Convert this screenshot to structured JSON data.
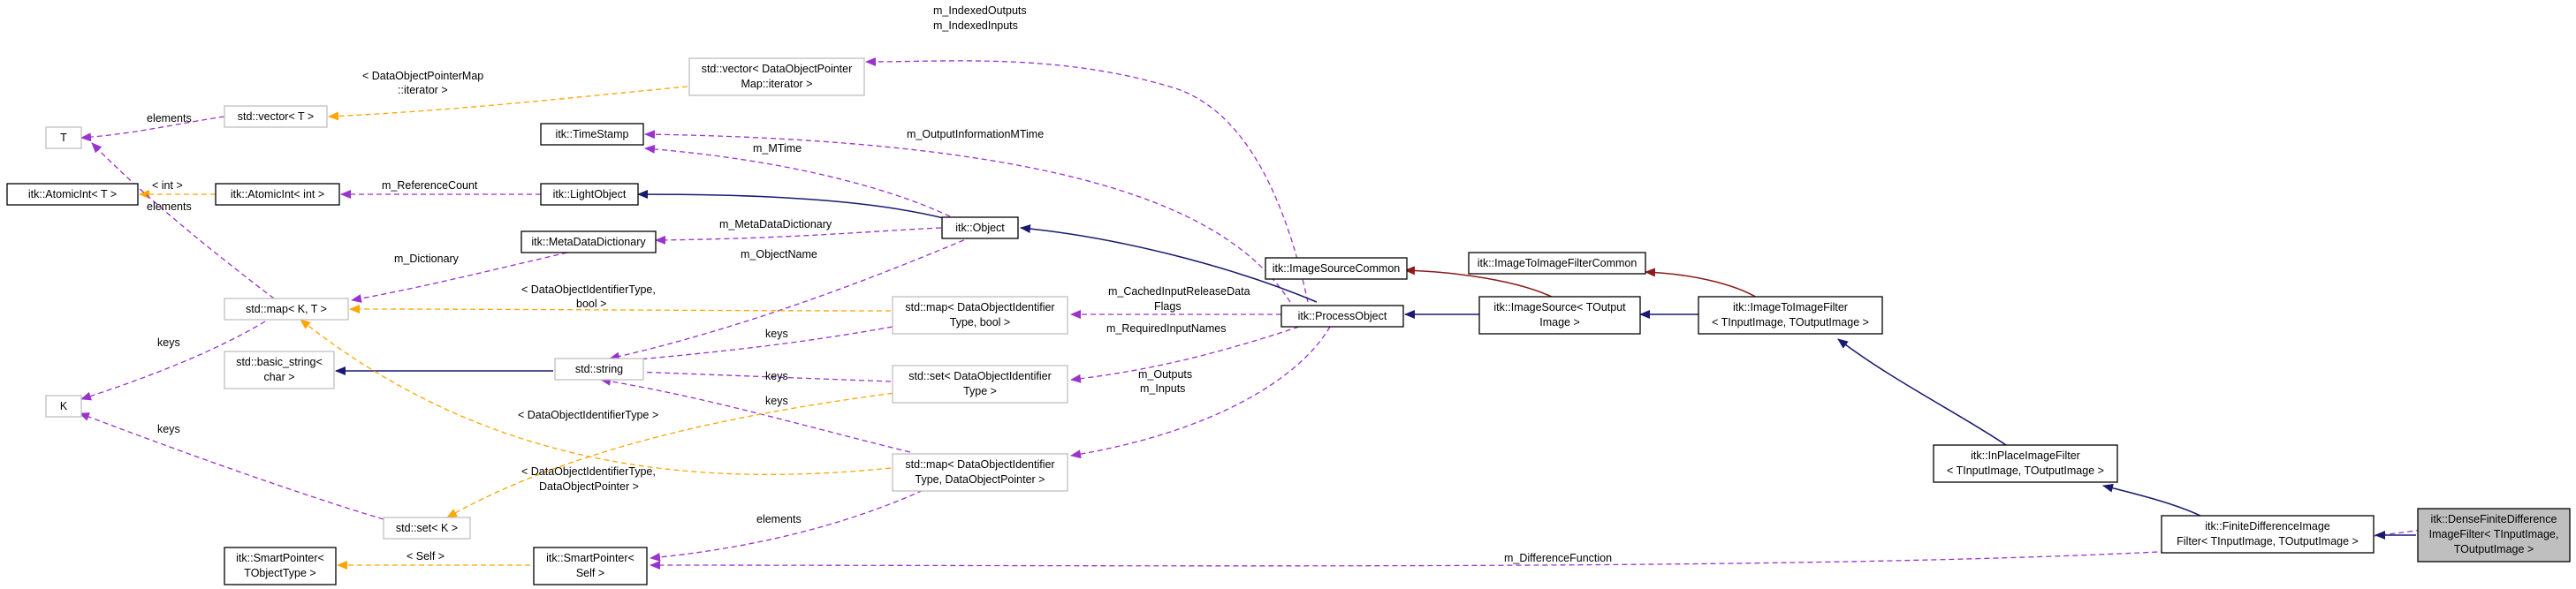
{
  "nodes": {
    "T": "T",
    "K": "K",
    "atomicint_t": "itk::AtomicInt< T >",
    "atomicint_int": "itk::AtomicInt< int >",
    "vector_t": "std::vector< T >",
    "map_kt": "std::map< K, T >",
    "basic_string": [
      "std::basic_string<",
      "char >"
    ],
    "set_k": "std::set< K >",
    "smartptr_objtype": [
      "itk::SmartPointer<",
      "TObjectType >"
    ],
    "timestamp": "itk::TimeStamp",
    "lightobject": "itk::LightObject",
    "metadatadictionary": "itk::MetaDataDictionary",
    "string": "std::string",
    "smartptr_self": [
      "itk::SmartPointer<",
      "Self >"
    ],
    "vector_dop_iter": [
      "std::vector< DataObjectPointer",
      "Map::iterator >"
    ],
    "object": "itk::Object",
    "map_doi_bool": [
      "std::map< DataObjectIdentifier",
      "Type, bool >"
    ],
    "set_doi": [
      "std::set< DataObjectIdentifier",
      "Type >"
    ],
    "map_doi_dop": [
      "std::map< DataObjectIdentifier",
      "Type, DataObjectPointer >"
    ],
    "processobject": "itk::ProcessObject",
    "imagesourcecommon": "itk::ImageSourceCommon",
    "imagesource": [
      "itk::ImageSource< TOutput",
      "Image >"
    ],
    "imagetoimagefiltercommon": "itk::ImageToImageFilterCommon",
    "imagetoimagefilter": [
      "itk::ImageToImageFilter",
      "< TInputImage, TOutputImage >"
    ],
    "inplaceimagefilter": [
      "itk::InPlaceImageFilter",
      "< TInputImage, TOutputImage >"
    ],
    "finitedifferenceimagefilter": [
      "itk::FiniteDifferenceImage",
      "Filter< TInputImage, TOutputImage >"
    ],
    "densefinitedifference": [
      "itk::DenseFiniteDifference",
      "ImageFilter< TInputImage,",
      "TOutputImage >"
    ]
  },
  "edge_labels": {
    "elements_vec": "elements",
    "vector_tmpl": [
      "< DataObjectPointerMap",
      "::iterator >"
    ],
    "indexed": [
      "m_IndexedOutputs",
      "m_IndexedInputs"
    ],
    "int_tmpl": "< int >",
    "refcount": "m_ReferenceCount",
    "elements_map": "elements",
    "output_info_mtime": "m_OutputInformationMTime",
    "mtime": "m_MTime",
    "metadatadictionary": "m_MetaDataDictionary",
    "dictionary": "m_Dictionary",
    "objectname": "m_ObjectName",
    "map_bool_tmpl": [
      "< DataObjectIdentifierType,",
      "bool >"
    ],
    "cached": [
      "m_CachedInputReleaseData",
      "Flags"
    ],
    "keys_map": "keys",
    "keys_string1": "keys",
    "required": "m_RequiredInputNames",
    "keys_string2": "keys",
    "keys_string3": "keys",
    "outputs_inputs": [
      "m_Outputs",
      "m_Inputs"
    ],
    "set_tmpl": "< DataObjectIdentifierType >",
    "keys_set": "keys",
    "map_dop_tmpl": [
      "< DataObjectIdentifierType,",
      "DataObjectPointer >"
    ],
    "elements_sp": "elements",
    "self_tmpl": "< Self >",
    "difference_function": "m_DifferenceFunction"
  },
  "colors": {
    "usage_edge": "#9a32cd",
    "template_edge": "#ffa500",
    "public_inheritance": "#191970",
    "protected_inheritance": "#8b1a1a",
    "focus_fill": "#bfbfbf",
    "undocumented_border": "#bfbfbf"
  }
}
